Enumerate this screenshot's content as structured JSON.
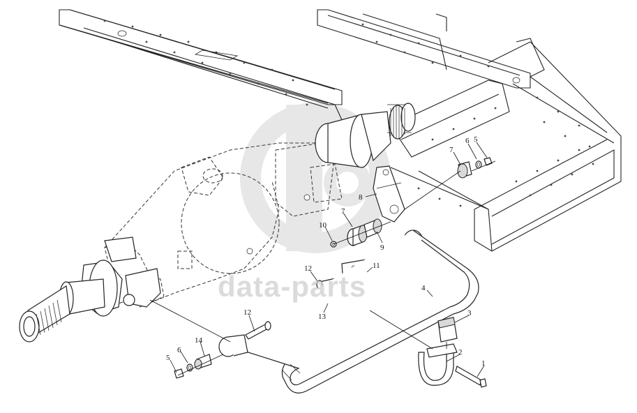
{
  "watermark": {
    "text": "data-parts"
  },
  "callouts": [
    {
      "id": "c1",
      "label": "1"
    },
    {
      "id": "c2",
      "label": "2"
    },
    {
      "id": "c3",
      "label": "3"
    },
    {
      "id": "c4",
      "label": "4"
    },
    {
      "id": "c5a",
      "label": "5"
    },
    {
      "id": "c6a",
      "label": "6"
    },
    {
      "id": "c7a",
      "label": "7"
    },
    {
      "id": "c8",
      "label": "8"
    },
    {
      "id": "c7b",
      "label": "7"
    },
    {
      "id": "c9",
      "label": "9"
    },
    {
      "id": "c10",
      "label": "10"
    },
    {
      "id": "c11",
      "label": "11"
    },
    {
      "id": "c12a",
      "label": "12"
    },
    {
      "id": "c13",
      "label": "13"
    },
    {
      "id": "c12b",
      "label": "12"
    },
    {
      "id": "c14",
      "label": "14"
    },
    {
      "id": "c6b",
      "label": "6"
    },
    {
      "id": "c5b",
      "label": "5"
    }
  ],
  "colors": {
    "line": "#222222",
    "watermark": "#cfcfcf",
    "background": "#ffffff"
  }
}
